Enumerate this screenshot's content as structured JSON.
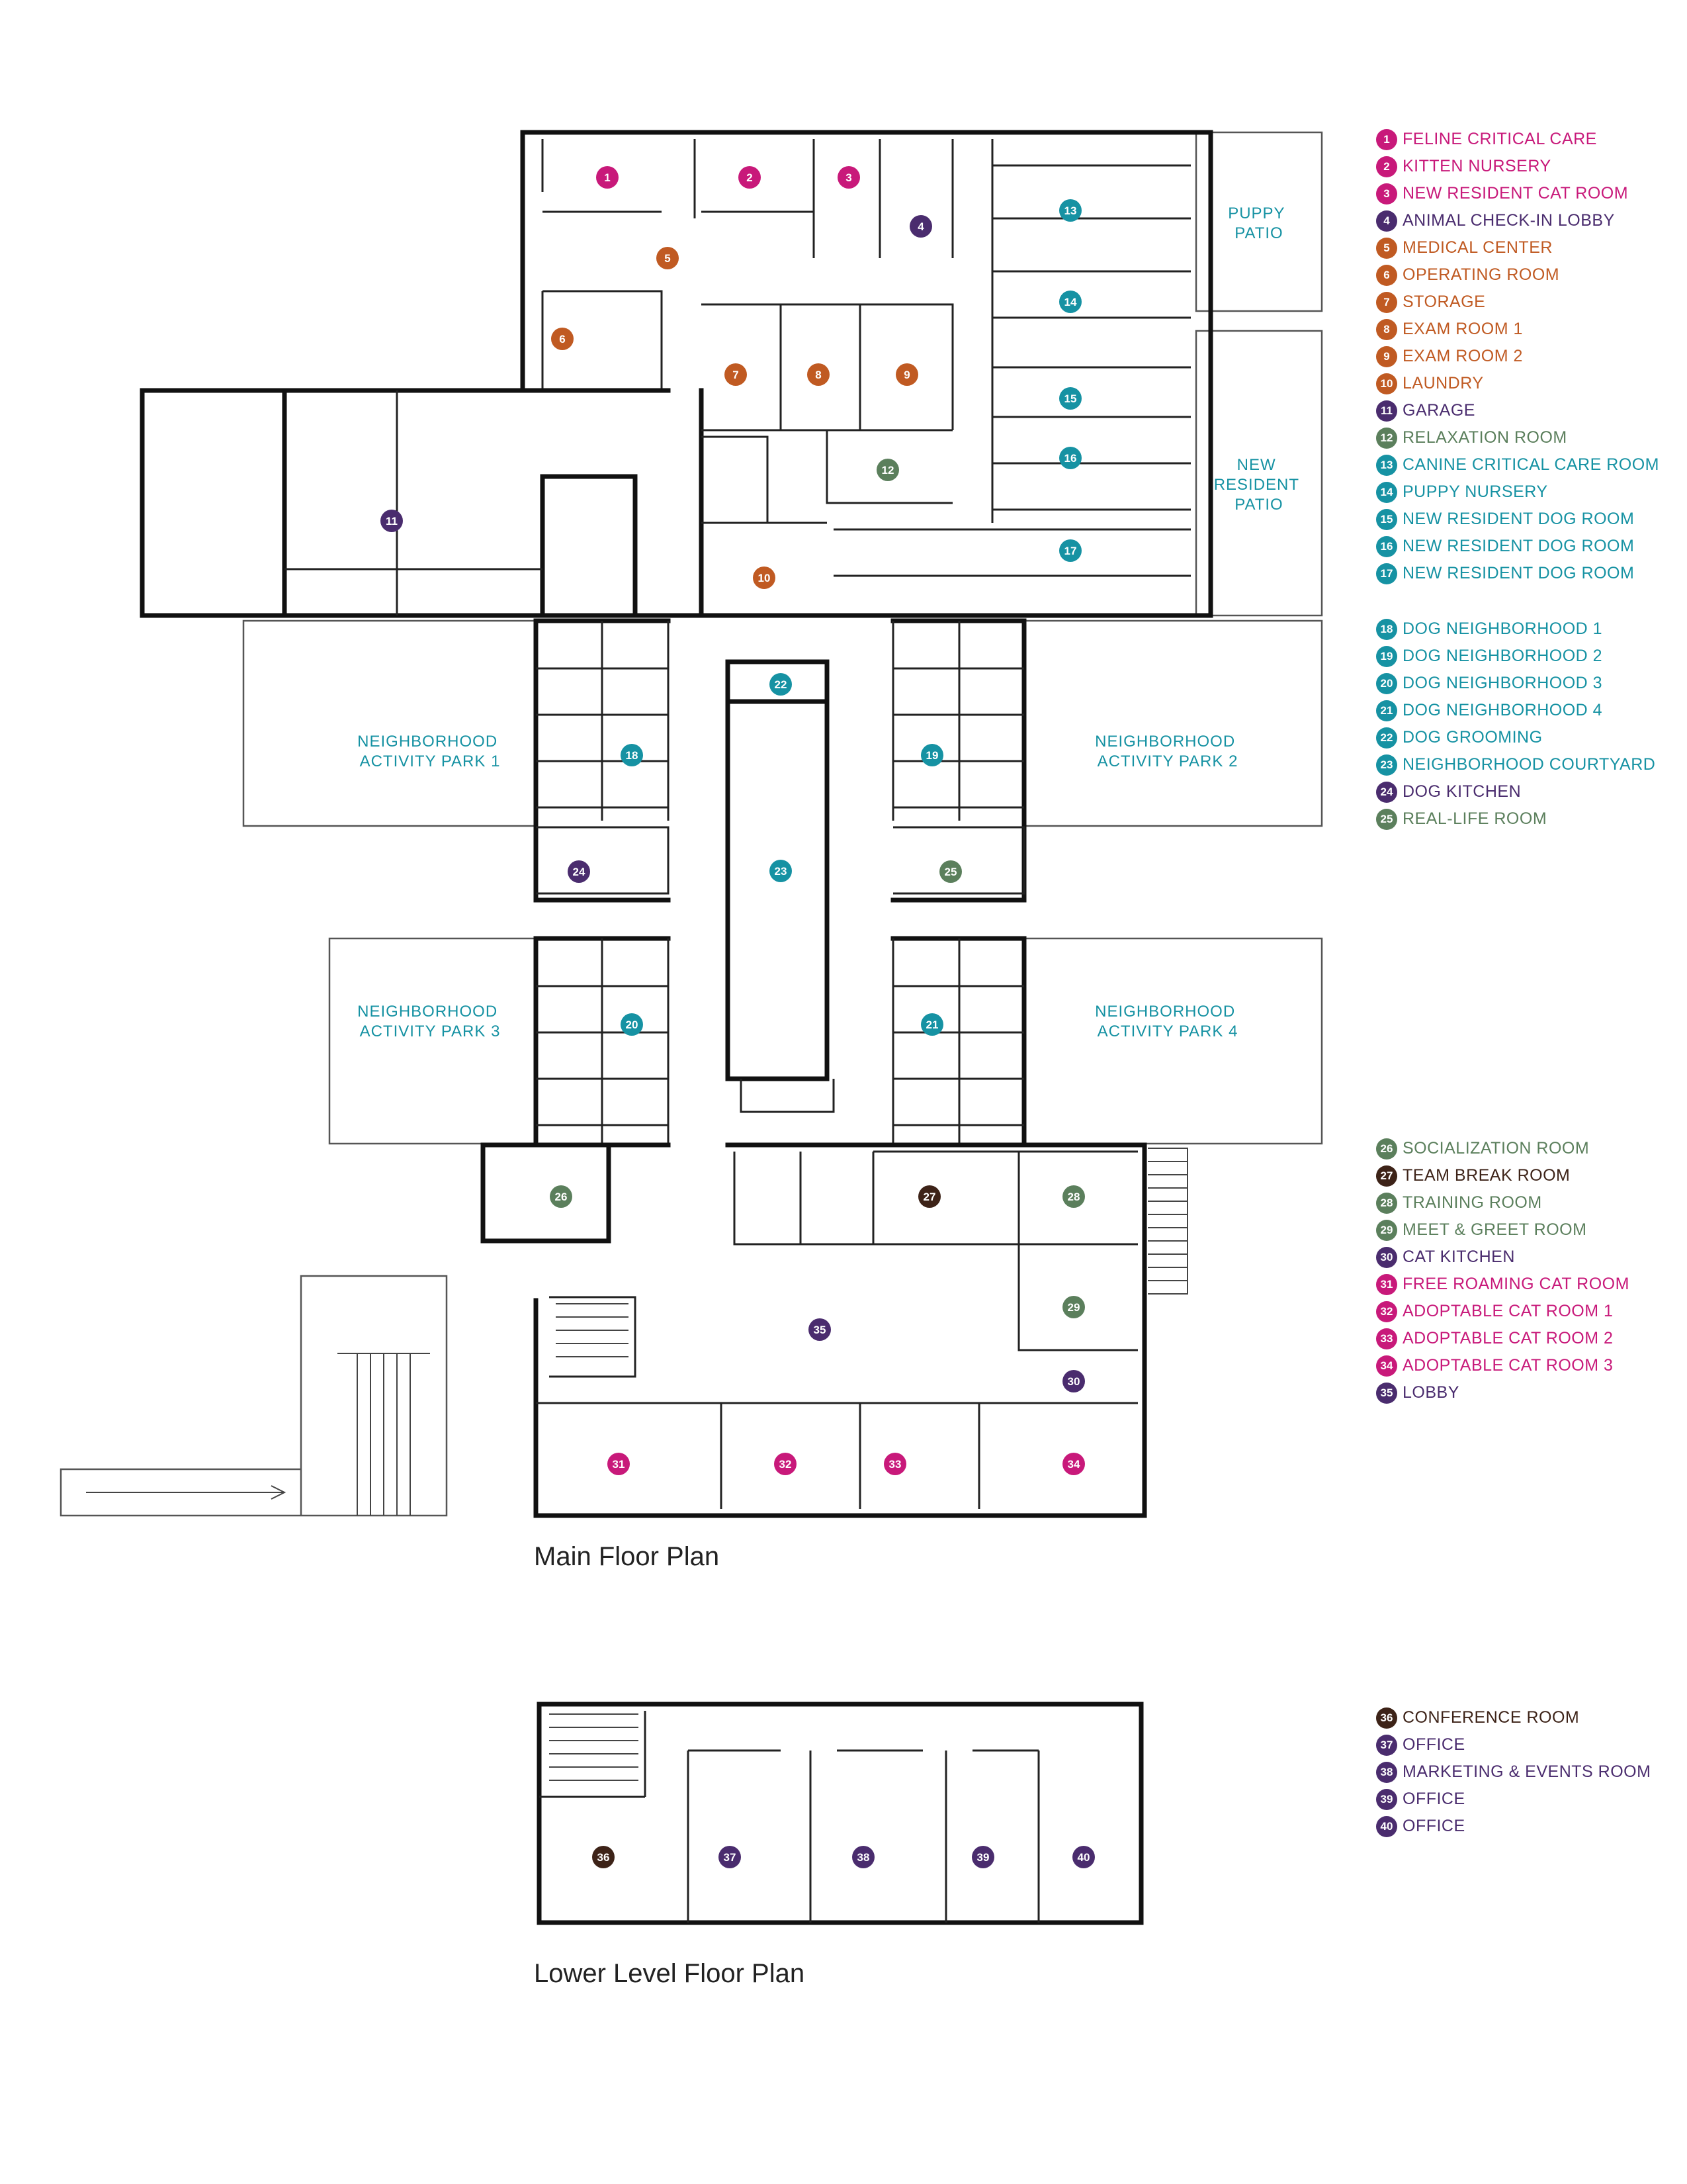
{
  "colors": {
    "magenta": "#c8197a",
    "purple": "#4a2c6e",
    "orange": "#c05a22",
    "green": "#5b7f5c",
    "teal": "#1692a3",
    "brown": "#3d2318"
  },
  "titles": {
    "main": "Main Floor Plan",
    "lower": "Lower Level Floor Plan"
  },
  "zones": {
    "puppy_patio": [
      "PUPPY",
      "PATIO"
    ],
    "new_resident_patio": [
      "NEW",
      "RESIDENT",
      "PATIO"
    ],
    "park1": [
      "NEIGHBORHOOD",
      "ACTIVITY PARK 1"
    ],
    "park2": [
      "NEIGHBORHOOD",
      "ACTIVITY PARK 2"
    ],
    "park3": [
      "NEIGHBORHOOD",
      "ACTIVITY PARK 3"
    ],
    "park4": [
      "NEIGHBORHOOD",
      "ACTIVITY PARK 4"
    ]
  },
  "legend_groups": [
    [
      {
        "num": "1",
        "label": "FELINE CRITICAL CARE",
        "color": "magenta"
      },
      {
        "num": "2",
        "label": "KITTEN NURSERY",
        "color": "magenta"
      },
      {
        "num": "3",
        "label": "NEW RESIDENT CAT ROOM",
        "color": "magenta"
      },
      {
        "num": "4",
        "label": "ANIMAL CHECK-IN LOBBY",
        "color": "purple"
      },
      {
        "num": "5",
        "label": "MEDICAL CENTER",
        "color": "orange"
      },
      {
        "num": "6",
        "label": "OPERATING ROOM",
        "color": "orange"
      },
      {
        "num": "7",
        "label": "STORAGE",
        "color": "orange"
      },
      {
        "num": "8",
        "label": "EXAM ROOM 1",
        "color": "orange"
      },
      {
        "num": "9",
        "label": "EXAM ROOM 2",
        "color": "orange"
      },
      {
        "num": "10",
        "label": "LAUNDRY",
        "color": "orange"
      },
      {
        "num": "11",
        "label": "GARAGE",
        "color": "purple"
      },
      {
        "num": "12",
        "label": "RELAXATION ROOM",
        "color": "green"
      },
      {
        "num": "13",
        "label": "CANINE CRITICAL CARE ROOM",
        "color": "teal"
      },
      {
        "num": "14",
        "label": "PUPPY NURSERY",
        "color": "teal"
      },
      {
        "num": "15",
        "label": "NEW RESIDENT DOG ROOM",
        "color": "teal"
      },
      {
        "num": "16",
        "label": "NEW RESIDENT DOG ROOM",
        "color": "teal"
      },
      {
        "num": "17",
        "label": "NEW RESIDENT DOG ROOM",
        "color": "teal"
      }
    ],
    [
      {
        "num": "18",
        "label": "DOG NEIGHBORHOOD 1",
        "color": "teal"
      },
      {
        "num": "19",
        "label": "DOG NEIGHBORHOOD 2",
        "color": "teal"
      },
      {
        "num": "20",
        "label": "DOG NEIGHBORHOOD 3",
        "color": "teal"
      },
      {
        "num": "21",
        "label": "DOG NEIGHBORHOOD 4",
        "color": "teal"
      },
      {
        "num": "22",
        "label": "DOG GROOMING",
        "color": "teal"
      },
      {
        "num": "23",
        "label": "NEIGHBORHOOD COURTYARD",
        "color": "teal"
      },
      {
        "num": "24",
        "label": "DOG KITCHEN",
        "color": "purple"
      },
      {
        "num": "25",
        "label": "REAL-LIFE ROOM",
        "color": "green"
      }
    ],
    [
      {
        "num": "26",
        "label": "SOCIALIZATION ROOM",
        "color": "green"
      },
      {
        "num": "27",
        "label": "TEAM BREAK ROOM",
        "color": "brown"
      },
      {
        "num": "28",
        "label": "TRAINING ROOM",
        "color": "green"
      },
      {
        "num": "29",
        "label": "MEET & GREET ROOM",
        "color": "green"
      },
      {
        "num": "30",
        "label": "CAT KITCHEN",
        "color": "purple"
      },
      {
        "num": "31",
        "label": "FREE ROAMING CAT ROOM",
        "color": "magenta"
      },
      {
        "num": "32",
        "label": "ADOPTABLE CAT ROOM 1",
        "color": "magenta"
      },
      {
        "num": "33",
        "label": "ADOPTABLE CAT ROOM 2",
        "color": "magenta"
      },
      {
        "num": "34",
        "label": "ADOPTABLE CAT ROOM 3",
        "color": "magenta"
      },
      {
        "num": "35",
        "label": "LOBBY",
        "color": "purple"
      }
    ],
    [
      {
        "num": "36",
        "label": "CONFERENCE ROOM",
        "color": "brown"
      },
      {
        "num": "37",
        "label": "OFFICE",
        "color": "purple"
      },
      {
        "num": "38",
        "label": "MARKETING & EVENTS ROOM",
        "color": "purple"
      },
      {
        "num": "39",
        "label": "OFFICE",
        "color": "purple"
      },
      {
        "num": "40",
        "label": "OFFICE",
        "color": "purple"
      }
    ]
  ],
  "room_markers": [
    {
      "num": "1",
      "color": "magenta"
    },
    {
      "num": "2",
      "color": "magenta"
    },
    {
      "num": "3",
      "color": "magenta"
    },
    {
      "num": "4",
      "color": "purple"
    },
    {
      "num": "5",
      "color": "orange"
    },
    {
      "num": "6",
      "color": "orange"
    },
    {
      "num": "7",
      "color": "orange"
    },
    {
      "num": "8",
      "color": "orange"
    },
    {
      "num": "9",
      "color": "orange"
    },
    {
      "num": "10",
      "color": "orange"
    },
    {
      "num": "11",
      "color": "purple"
    },
    {
      "num": "12",
      "color": "green"
    },
    {
      "num": "13",
      "color": "teal"
    },
    {
      "num": "14",
      "color": "teal"
    },
    {
      "num": "15",
      "color": "teal"
    },
    {
      "num": "16",
      "color": "teal"
    },
    {
      "num": "17",
      "color": "teal"
    },
    {
      "num": "18",
      "color": "teal"
    },
    {
      "num": "19",
      "color": "teal"
    },
    {
      "num": "20",
      "color": "teal"
    },
    {
      "num": "21",
      "color": "teal"
    },
    {
      "num": "22",
      "color": "teal"
    },
    {
      "num": "23",
      "color": "teal"
    },
    {
      "num": "24",
      "color": "purple"
    },
    {
      "num": "25",
      "color": "green"
    },
    {
      "num": "26",
      "color": "green"
    },
    {
      "num": "27",
      "color": "brown"
    },
    {
      "num": "28",
      "color": "green"
    },
    {
      "num": "29",
      "color": "green"
    },
    {
      "num": "30",
      "color": "purple"
    },
    {
      "num": "31",
      "color": "magenta"
    },
    {
      "num": "32",
      "color": "magenta"
    },
    {
      "num": "33",
      "color": "magenta"
    },
    {
      "num": "34",
      "color": "magenta"
    },
    {
      "num": "35",
      "color": "purple"
    },
    {
      "num": "36",
      "color": "brown"
    },
    {
      "num": "37",
      "color": "purple"
    },
    {
      "num": "38",
      "color": "purple"
    },
    {
      "num": "39",
      "color": "purple"
    },
    {
      "num": "40",
      "color": "purple"
    }
  ]
}
